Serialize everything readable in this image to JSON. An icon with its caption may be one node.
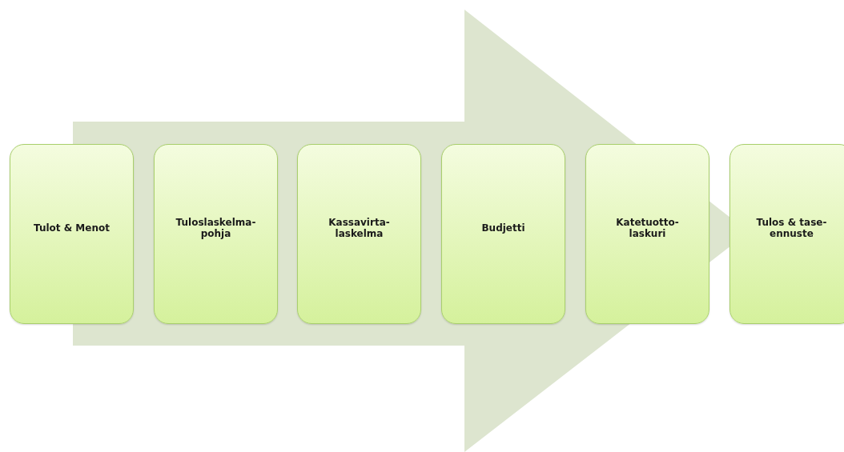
{
  "diagram": {
    "nodes": [
      {
        "text": [
          "Tulot & Menot"
        ]
      },
      {
        "text": [
          "Tuloslaskelma- pohja"
        ]
      },
      {
        "text": [
          "Kassavirta- laskelma"
        ]
      },
      {
        "text": [
          "Budjetti"
        ]
      },
      {
        "text": [
          "Katetuotto- laskuri"
        ]
      },
      {
        "text": [
          "Tulos & tase- ennuste"
        ]
      }
    ],
    "edges": [
      {
        "from": 0,
        "to": 5,
        "arrow": "to"
      }
    ]
  }
}
